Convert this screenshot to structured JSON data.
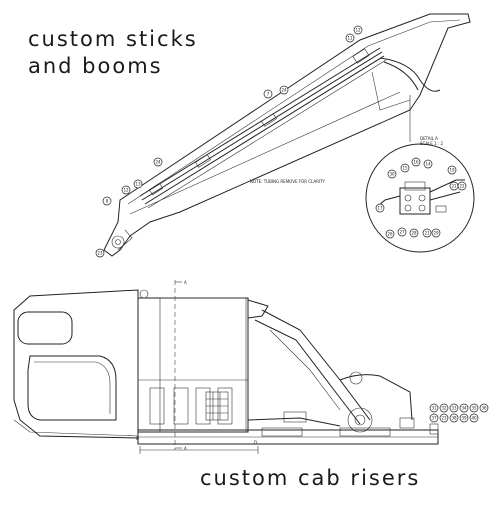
{
  "captions": {
    "top_line1": "custom sticks",
    "top_line2": "and booms",
    "bottom": "custom cab risers"
  },
  "boom_drawing": {
    "note": "NOTE: TUBING REMOVE FOR CLARITY",
    "detail_title": "DETAIL A",
    "detail_scale": "SCALE 1 : 2",
    "balloons": [
      "11",
      "12",
      "7",
      "24",
      "24",
      "13",
      "12",
      "8",
      "23"
    ],
    "detail_balloons": [
      "16",
      "15",
      "14",
      "19",
      "30",
      "21",
      "22",
      "17",
      "26",
      "27",
      "28",
      "21",
      "29"
    ]
  },
  "cab_drawing": {
    "section_marks": [
      "A",
      "A",
      "D",
      "D"
    ],
    "part_numbers_row1": [
      "31",
      "32",
      "33",
      "34",
      "35",
      "36"
    ],
    "part_numbers_row2": [
      "37",
      "23",
      "38",
      "39",
      "40"
    ]
  }
}
